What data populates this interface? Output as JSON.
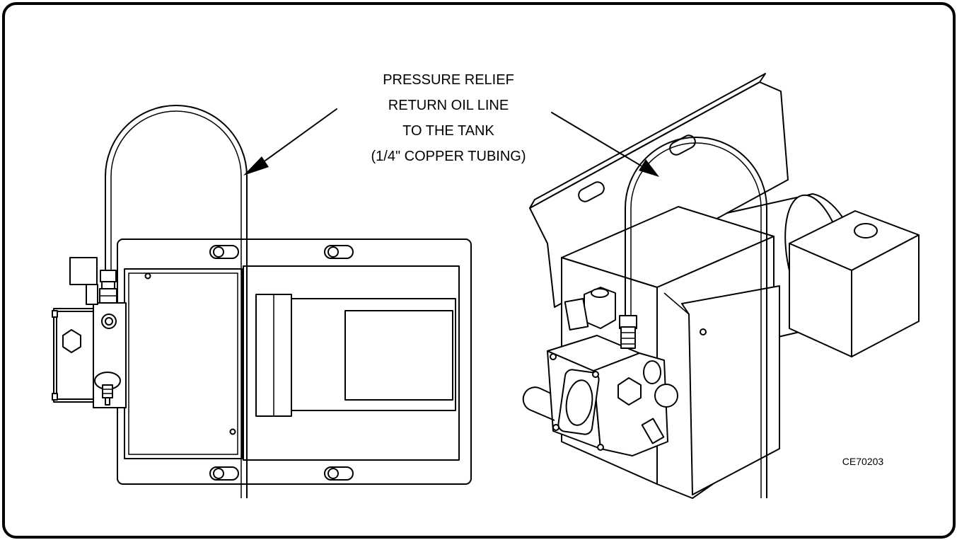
{
  "callout": {
    "lines": [
      "PRESSURE RELIEF",
      "RETURN OIL LINE",
      "TO THE TANK",
      "(1/4\" COPPER TUBING)"
    ]
  },
  "figure_id": "CE70203",
  "colors": {
    "line": "#000000",
    "background": "#ffffff"
  }
}
